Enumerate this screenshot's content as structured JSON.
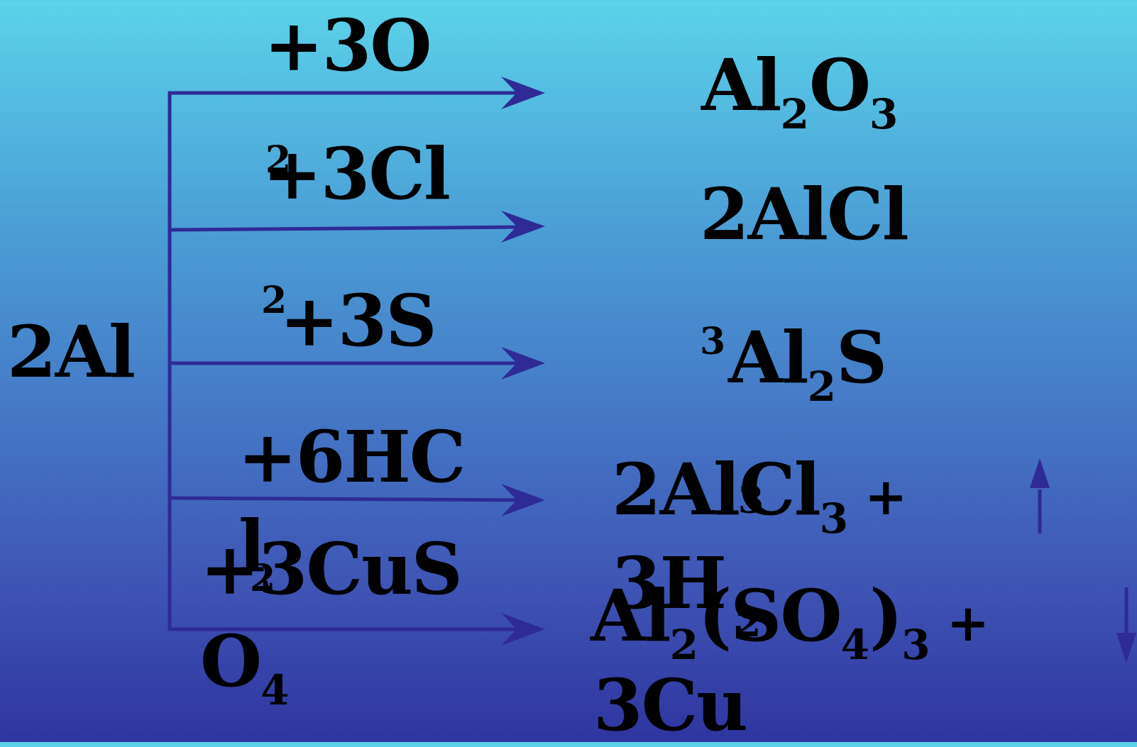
{
  "reactant": "2Al",
  "colors": {
    "arrow": "#2e2a96",
    "text": "#000000"
  },
  "reagents": {
    "r1": "+3O",
    "r2_sup": "2",
    "r2": "+3Cl",
    "r3_sup": "2",
    "r3": "+3S",
    "r4": "+6HC",
    "r4b": "l",
    "r5": "+3CuS",
    "r5_sup": "2",
    "r5b_main": "O",
    "r5b_sub": "4"
  },
  "products": {
    "p1": {
      "a": "Al",
      "s1": "2",
      "b": "O",
      "s2": "3"
    },
    "p2": "2AlCl",
    "p3": {
      "pre": "3",
      "a": "Al",
      "s1": "2",
      "b": "S"
    },
    "p4": {
      "a": "2AlCl",
      "s1": "3",
      "plus": " +",
      "sup": "3",
      "b": "3H",
      "sup2": "2"
    },
    "p5": {
      "a": "Al",
      "s1": "2",
      "b": "(SO",
      "s2": "4",
      "c": ")",
      "s3": "3",
      "plus": " +",
      "d": "3Cu"
    }
  },
  "gas_arrow_icon": "up-arrow-icon",
  "precipitate_arrow_icon": "down-arrow-icon"
}
